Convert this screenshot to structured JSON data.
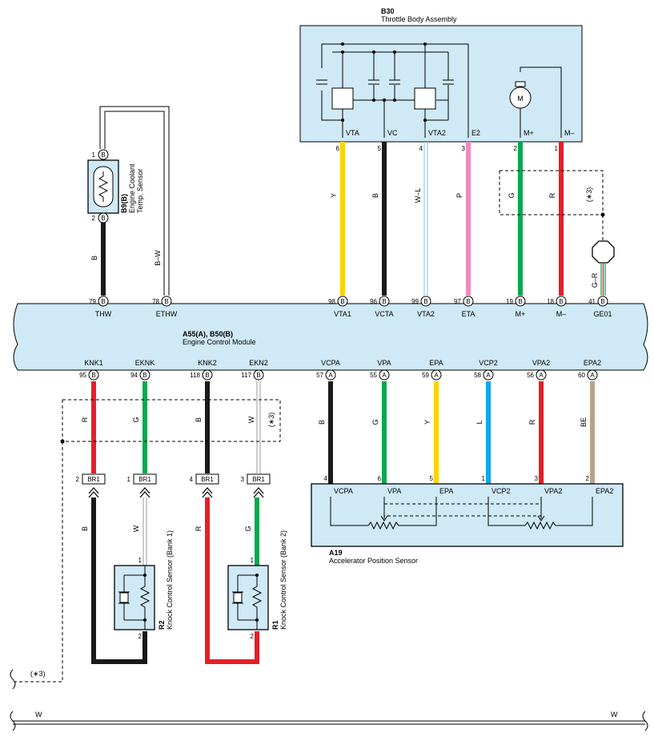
{
  "colors": {
    "box_fill": "#cfe9f6",
    "Y": "#ffd200",
    "B": "#1a1a1a",
    "W_L": "#8ecff0",
    "P": "#f08ac0",
    "G": "#0aa84f",
    "R": "#e32028",
    "L": "#10a6e8",
    "BE": "#b5a48c",
    "W": "#bdbdbd"
  },
  "b30": {
    "code": "B30",
    "name": "Throttle Body Assembly",
    "terminals": [
      "VTA",
      "VC",
      "VTA2",
      "E2",
      "M+",
      "M–"
    ],
    "motor": "M",
    "pins": [
      "6",
      "5",
      "4",
      "3",
      "2",
      "1"
    ],
    "wires": [
      "Y",
      "B",
      "W–L",
      "P",
      "G",
      "R"
    ]
  },
  "b9": {
    "code": "B9(B)",
    "name_line1": "Engine Coolant",
    "name_line2": "Temp. Sensor",
    "pins": [
      "1",
      "2"
    ],
    "pin_conn": "B",
    "wire_thw": "B",
    "wire_ethw": "B–W"
  },
  "shield_top": {
    "note": "(∗3)",
    "wire": "G–R"
  },
  "ecm": {
    "code": "A55(A), B50(B)",
    "name": "Engine Control Module",
    "top": [
      {
        "num": "79",
        "conn": "B",
        "label": "THW"
      },
      {
        "num": "78",
        "conn": "B",
        "label": "ETHW"
      },
      {
        "num": "98",
        "conn": "B",
        "label": "VTA1"
      },
      {
        "num": "96",
        "conn": "B",
        "label": "VCTA"
      },
      {
        "num": "99",
        "conn": "B",
        "label": "VTA2"
      },
      {
        "num": "97",
        "conn": "B",
        "label": "ETA"
      },
      {
        "num": "19",
        "conn": "B",
        "label": "M+"
      },
      {
        "num": "18",
        "conn": "B",
        "label": "M–"
      },
      {
        "num": "41",
        "conn": "B",
        "label": "GE01"
      }
    ],
    "bottom": [
      {
        "num": "95",
        "conn": "B",
        "label": "KNK1"
      },
      {
        "num": "94",
        "conn": "B",
        "label": "EKNK"
      },
      {
        "num": "118",
        "conn": "B",
        "label": "KNK2"
      },
      {
        "num": "117",
        "conn": "B",
        "label": "EKN2"
      },
      {
        "num": "57",
        "conn": "A",
        "label": "VCPA"
      },
      {
        "num": "55",
        "conn": "A",
        "label": "VPA"
      },
      {
        "num": "59",
        "conn": "A",
        "label": "EPA"
      },
      {
        "num": "58",
        "conn": "A",
        "label": "VCP2"
      },
      {
        "num": "56",
        "conn": "A",
        "label": "VPA2"
      },
      {
        "num": "60",
        "conn": "A",
        "label": "EPA2"
      }
    ]
  },
  "knock": {
    "top_wires": [
      "R",
      "G",
      "B",
      "W"
    ],
    "shield_note": "(∗3)",
    "connectors": [
      {
        "pin": "2",
        "name": "BR1"
      },
      {
        "pin": "1",
        "name": "BR1"
      },
      {
        "pin": "4",
        "name": "BR1"
      },
      {
        "pin": "3",
        "name": "BR1"
      }
    ],
    "lower_wires": [
      "B",
      "W",
      "R",
      "G"
    ],
    "r2": {
      "code": "R2",
      "name": "Knock Control Sensor (Bank 1)",
      "pins": [
        "1",
        "2"
      ]
    },
    "r1": {
      "code": "R1",
      "name": "Knock Control Sensor (Bank 2)",
      "pins": [
        "1",
        "2"
      ]
    }
  },
  "a19": {
    "code": "A19",
    "name": "Accelerator Position Sensor",
    "wires": [
      "B",
      "G",
      "Y",
      "L",
      "R",
      "BE"
    ],
    "pins": [
      "4",
      "6",
      "5",
      "1",
      "3",
      "2"
    ],
    "terminals": [
      "VCPA",
      "VPA",
      "EPA",
      "VCP2",
      "VPA2",
      "EPA2"
    ]
  },
  "left_note": "(∗3)",
  "bottom_bus": {
    "left": "W",
    "right": "W"
  }
}
